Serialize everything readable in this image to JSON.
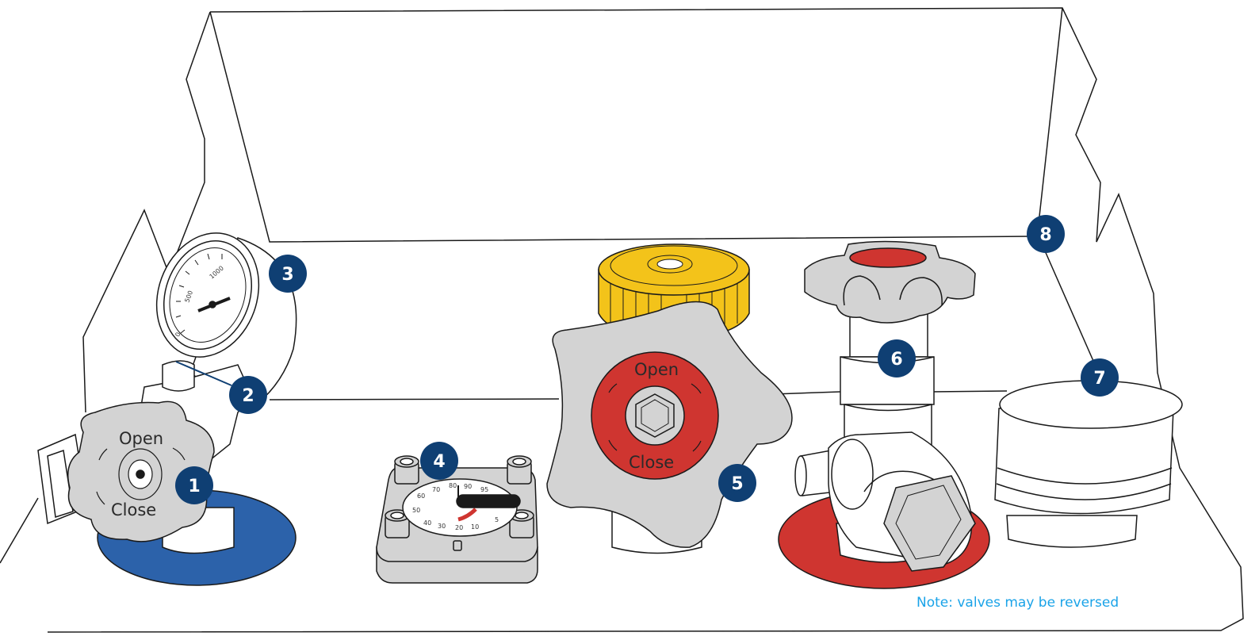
{
  "valve_labels": {
    "open": "Open",
    "close": "Close"
  },
  "markers": [
    "1",
    "2",
    "3",
    "4",
    "5",
    "6",
    "7",
    "8"
  ],
  "pressure_gauge": {
    "scale": [
      "0",
      "500",
      "1000"
    ]
  },
  "timer_dial": {
    "scale": [
      "10",
      "20",
      "30",
      "40",
      "50",
      "60",
      "70",
      "80",
      "90",
      "95",
      "5"
    ]
  },
  "note": "Note: valves may be reversed",
  "colors": {
    "marker_fill": "#0f3f73",
    "blue_base": "#2c62aa",
    "red": "#cf3530",
    "yellow": "#f3c31a",
    "grey_metal": "#d3d3d3",
    "note_text": "#1aa3e8",
    "outline": "#1a1a1a"
  },
  "icons": [
    "pressure-gauge-icon",
    "hand-wheel-icon",
    "timer-dial-icon",
    "star-knob-icon",
    "filter-canister-icon"
  ]
}
